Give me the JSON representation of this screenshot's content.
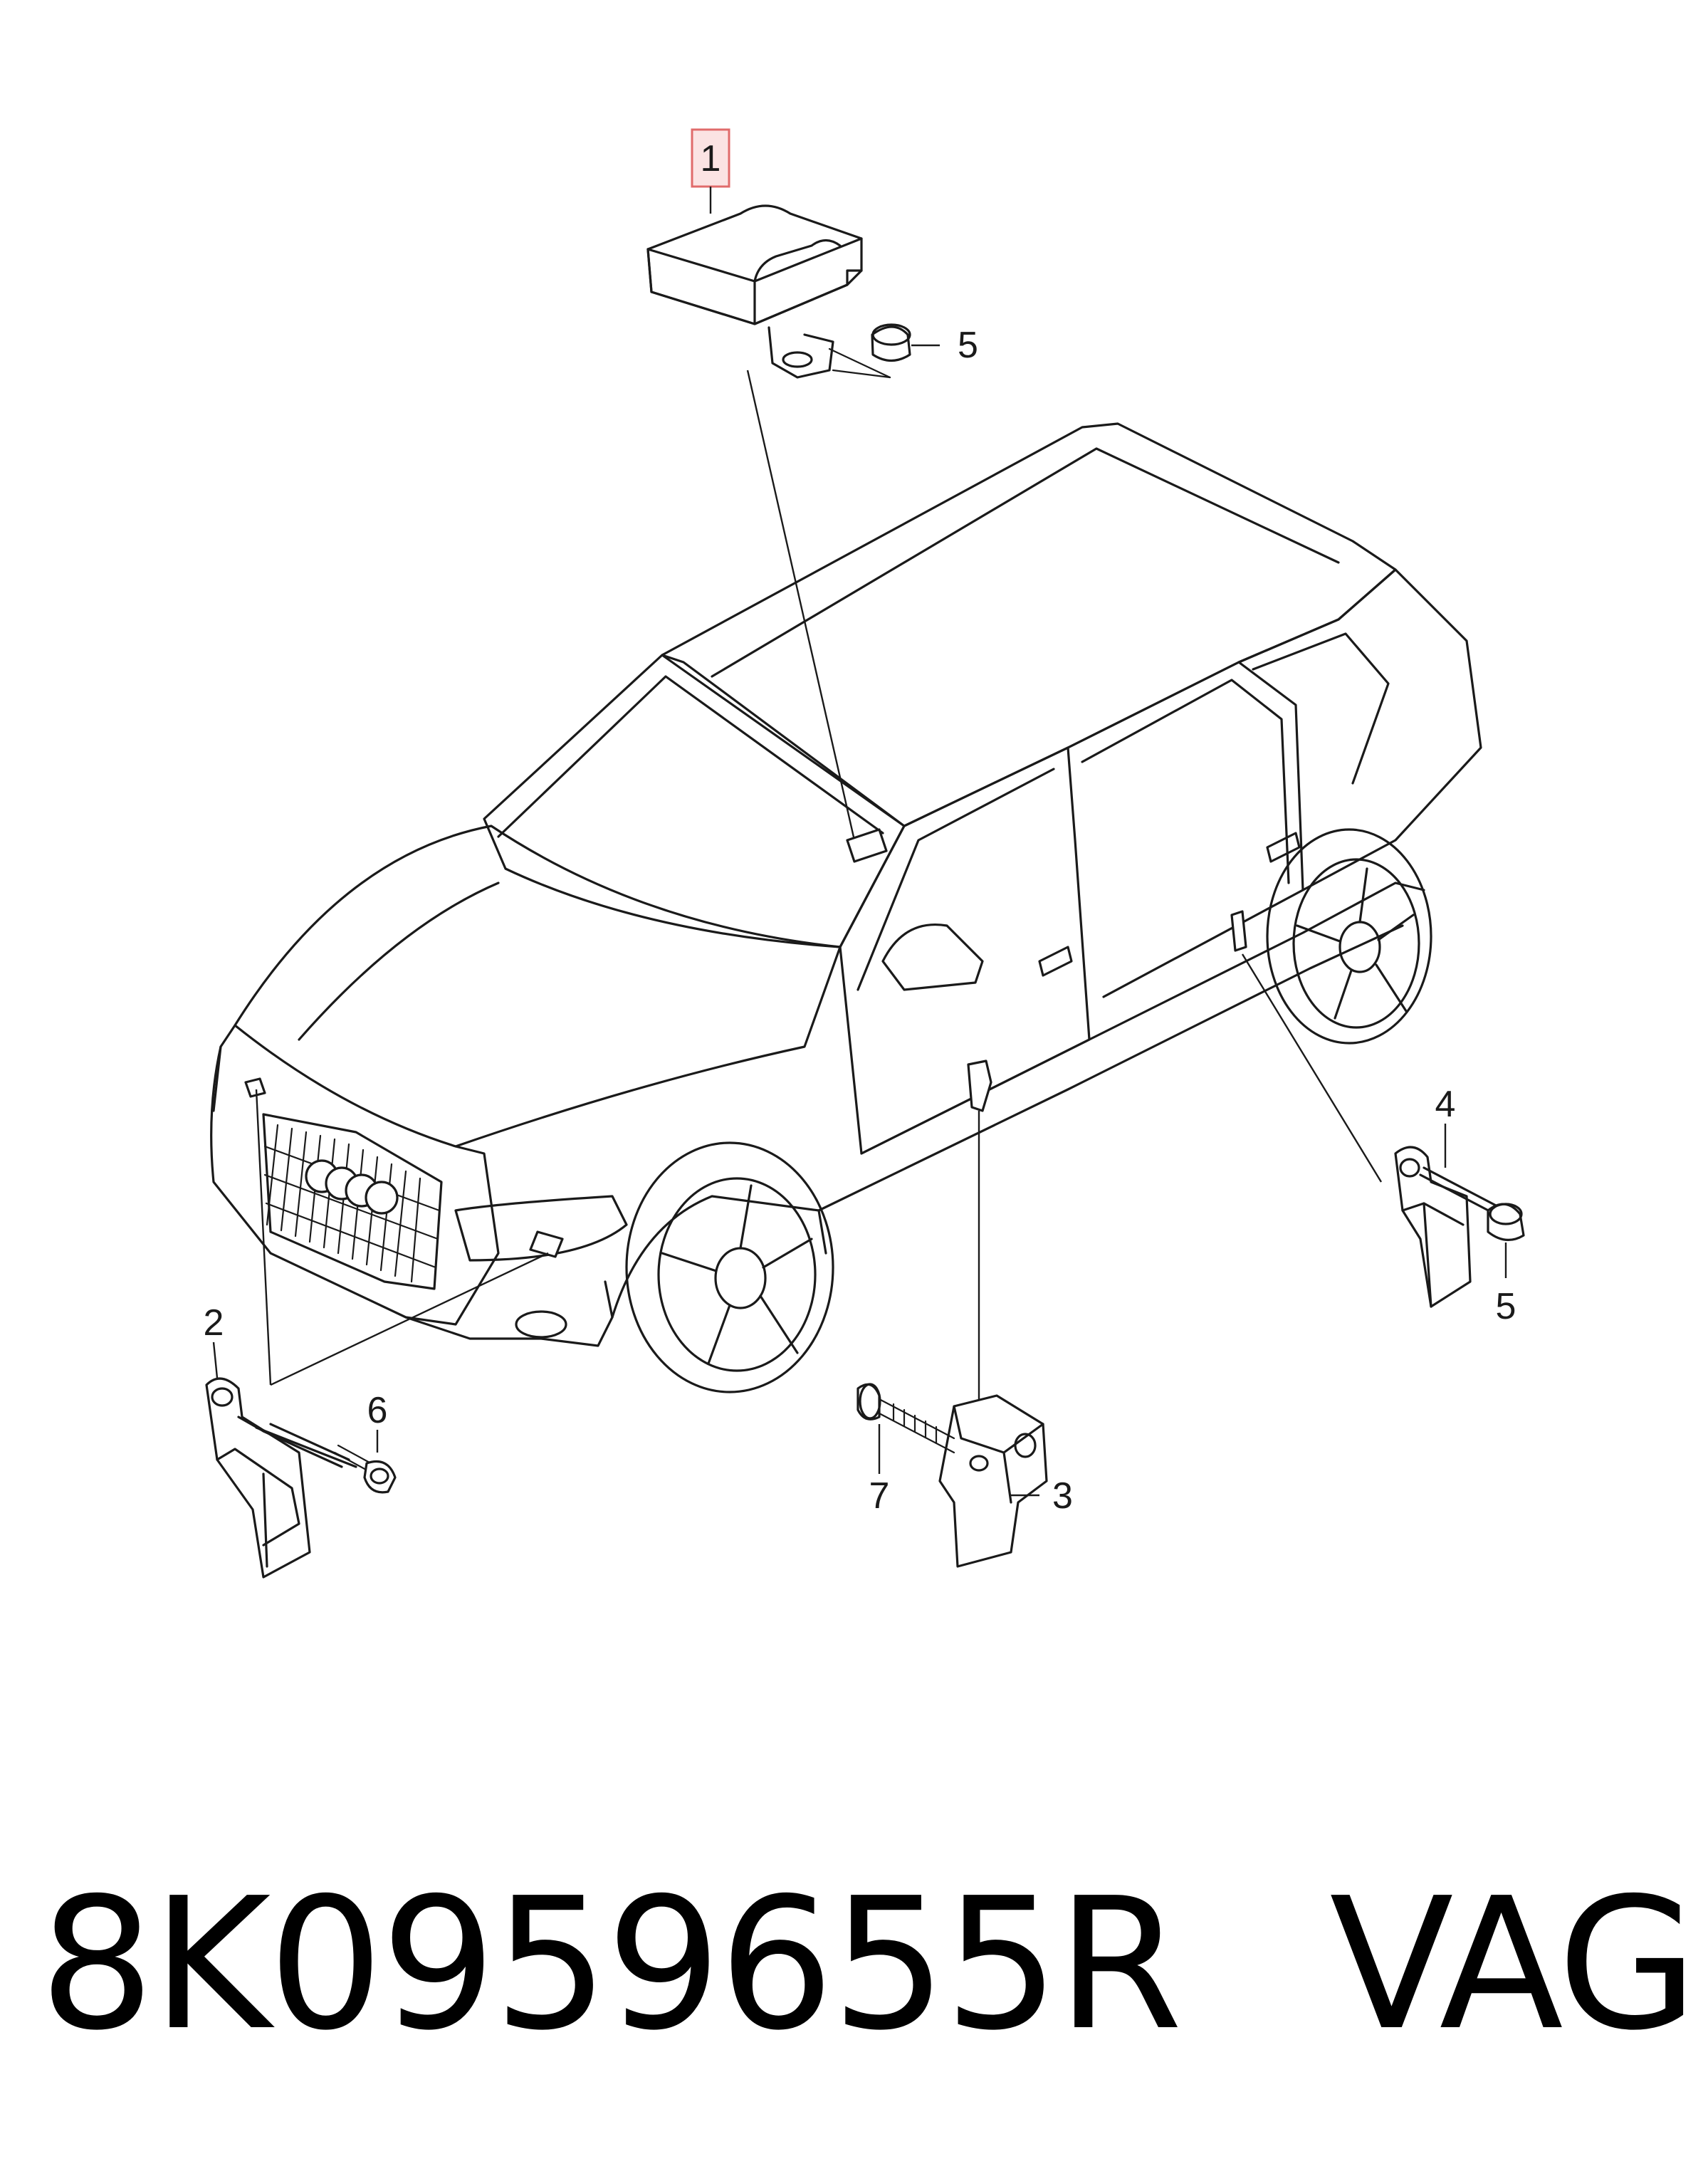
{
  "diagram": {
    "callouts": {
      "c1": "1",
      "c2": "2",
      "c3": "3",
      "c4": "4",
      "c5a": "5",
      "c5b": "5",
      "c6": "6",
      "c7": "7"
    },
    "highlight_color": "#e06b6b",
    "highlighted_callout": "1"
  },
  "footer": {
    "part_number": "8K0959655R",
    "brand": "VAG"
  }
}
